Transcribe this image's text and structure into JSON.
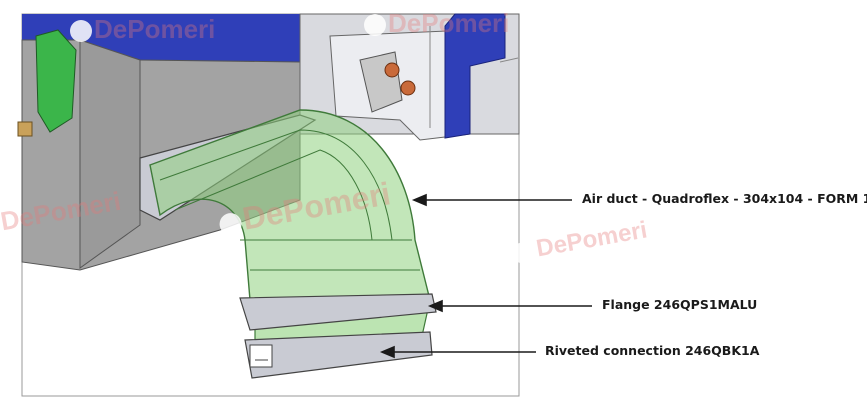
{
  "figure": {
    "callouts": [
      {
        "id": "air-duct",
        "label": "Air duct  - Quadroflex - 304x104 - FORM 1"
      },
      {
        "id": "flange",
        "label": "Flange  246QPS1MALU"
      },
      {
        "id": "riveted",
        "label": "Riveted connection 246QBK1A"
      }
    ],
    "watermark": "DePomeri",
    "colors": {
      "duct_fill": "#8fd27f",
      "duct_stroke": "#3f7a3a",
      "frame_blue": "#2f3fb8",
      "housing_grey": "#a6a6a6",
      "accent_green": "#3bb54a",
      "flange_grey": "#c9cbd3"
    }
  }
}
